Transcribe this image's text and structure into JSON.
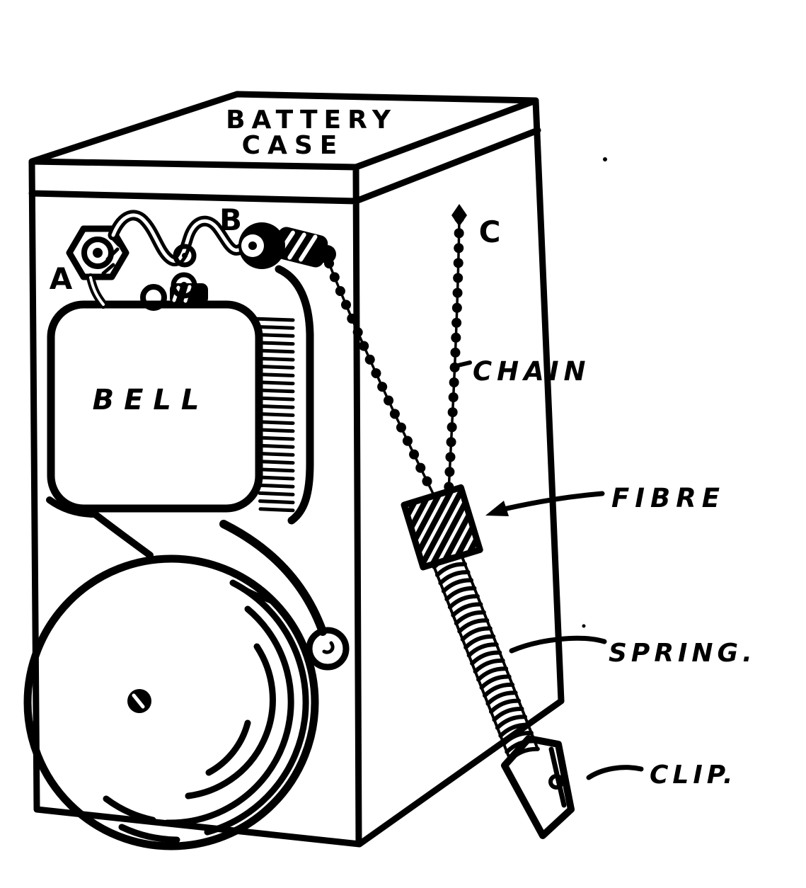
{
  "figure": {
    "colors": {
      "ink": "#000000",
      "paper": "#ffffff"
    },
    "case_label_line1": "BATTERY",
    "case_label_line2": "CASE",
    "bell_label": "BELL",
    "terminals": {
      "a": "A",
      "b": "B",
      "c": "C"
    },
    "callouts": {
      "chain": "CHAIN",
      "fibre": "FIBRE",
      "spring": "SPRING.",
      "clip": "CLIP."
    }
  }
}
